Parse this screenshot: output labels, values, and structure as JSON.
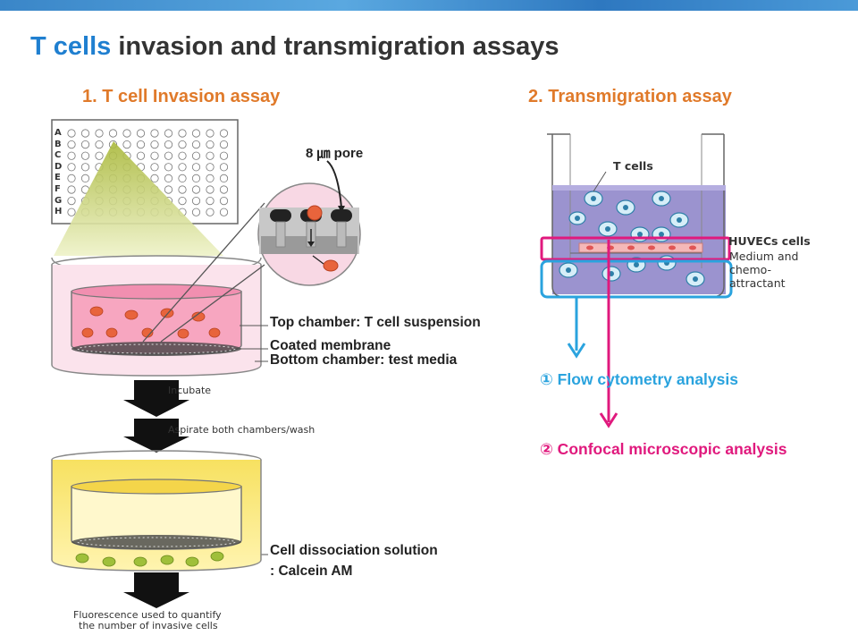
{
  "title": {
    "highlight": "T cells",
    "rest": " invasion and transmigration assays"
  },
  "sections": {
    "invasion": "1. T cell Invasion assay",
    "transmigration": "2. Transmigration assay"
  },
  "invasion": {
    "plate_rows": [
      "A",
      "B",
      "C",
      "D",
      "E",
      "F",
      "G",
      "H"
    ],
    "pore_label": "8 ㎛ pore",
    "top_chamber": "Top chamber: T cell suspension",
    "coated_membrane": "Coated membrane",
    "bottom_chamber": "Bottom chamber: test media",
    "incubate": "Incubate",
    "aspirate": "Aspirate both chambers/wash",
    "dissociation_line1": "Cell dissociation solution",
    "dissociation_line2": ": Calcein AM",
    "fluorescence_line1": "Fluorescence used to quantify",
    "fluorescence_line2": "the number of invasive cells"
  },
  "transmigration": {
    "tcells": "T cells",
    "huvecs": "HUVECs cells",
    "medium_line1": "Medium and",
    "medium_line2": "chemo-",
    "medium_line3": "attractant",
    "result1": "① Flow cytometry analysis",
    "result2": "② Confocal microscopic analysis"
  },
  "colors": {
    "title_highlight": "#1f7fd0",
    "section": "#e07a2a",
    "flow": "#2aa3de",
    "confocal": "#e0197d"
  }
}
